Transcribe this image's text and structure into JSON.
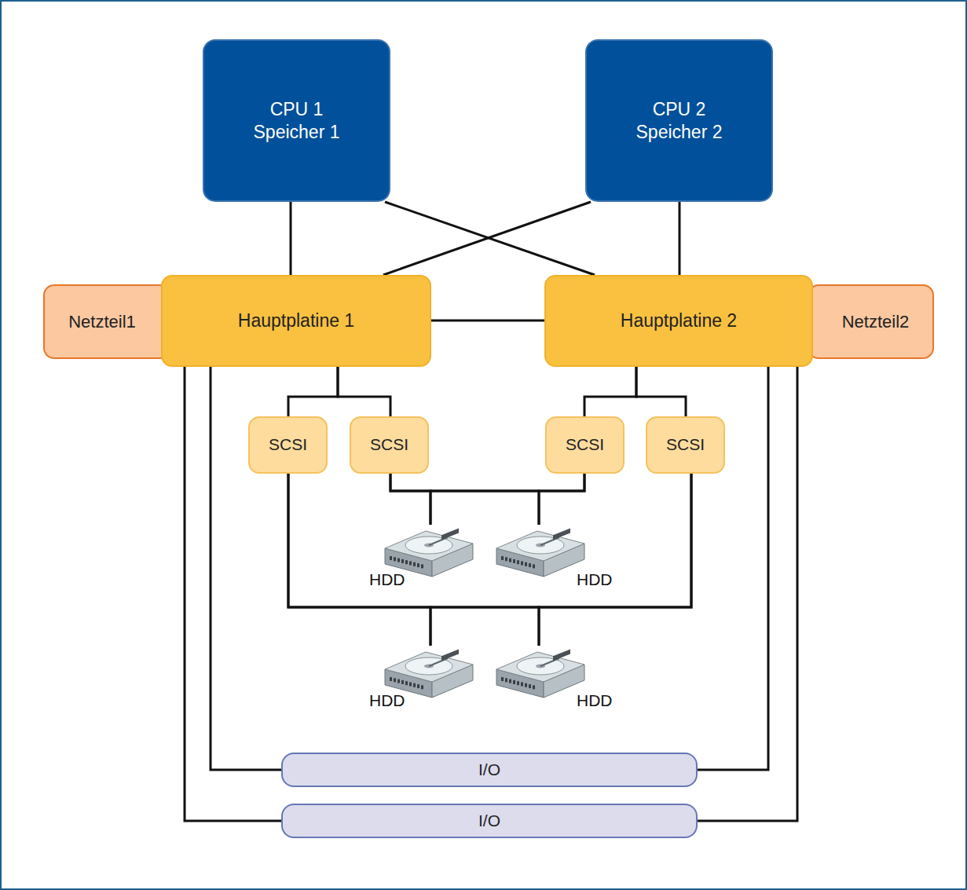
{
  "diagram": {
    "nodes": [
      {
        "text": [
          "CPU 1",
          "Speicher 1"
        ]
      },
      {
        "text": [
          "CPU 2",
          "Speicher 2"
        ]
      },
      {
        "text": [
          "Netzteil1"
        ]
      },
      {
        "text": [
          "Hauptplatine 1"
        ]
      },
      {
        "text": [
          "Hauptplatine 2"
        ]
      },
      {
        "text": [
          "Netzteil2"
        ]
      },
      {
        "text": [
          "SCSI"
        ]
      },
      {
        "text": [
          "SCSI"
        ]
      },
      {
        "text": [
          "SCSI"
        ]
      },
      {
        "text": [
          "SCSI"
        ]
      },
      {
        "text": [
          "HDD"
        ]
      },
      {
        "text": [
          "HDD"
        ]
      },
      {
        "text": [
          "HDD"
        ]
      },
      {
        "text": [
          "HDD"
        ]
      },
      {
        "text": [
          "I/O"
        ]
      },
      {
        "text": [
          "I/O"
        ]
      }
    ],
    "edges": [
      {
        "from": 0,
        "to": 3,
        "arrow": "none"
      },
      {
        "from": 0,
        "to": 4,
        "arrow": "none"
      },
      {
        "from": 1,
        "to": 3,
        "arrow": "none"
      },
      {
        "from": 1,
        "to": 4,
        "arrow": "none"
      },
      {
        "from": 3,
        "to": 4,
        "arrow": "none"
      },
      {
        "from": 3,
        "to": 6,
        "arrow": "none"
      },
      {
        "from": 3,
        "to": 7,
        "arrow": "none"
      },
      {
        "from": 4,
        "to": 8,
        "arrow": "none"
      },
      {
        "from": 4,
        "to": 9,
        "arrow": "none"
      },
      {
        "from": 7,
        "to": 10,
        "arrow": "none"
      },
      {
        "from": 7,
        "to": 11,
        "arrow": "none"
      },
      {
        "from": 8,
        "to": 10,
        "arrow": "none"
      },
      {
        "from": 8,
        "to": 11,
        "arrow": "none"
      },
      {
        "from": 6,
        "to": 12,
        "arrow": "none"
      },
      {
        "from": 6,
        "to": 13,
        "arrow": "none"
      },
      {
        "from": 9,
        "to": 12,
        "arrow": "none"
      },
      {
        "from": 9,
        "to": 13,
        "arrow": "none"
      },
      {
        "from": 3,
        "to": 14,
        "arrow": "none"
      },
      {
        "from": 3,
        "to": 15,
        "arrow": "none"
      },
      {
        "from": 4,
        "to": 14,
        "arrow": "none"
      },
      {
        "from": 4,
        "to": 15,
        "arrow": "none"
      }
    ]
  }
}
